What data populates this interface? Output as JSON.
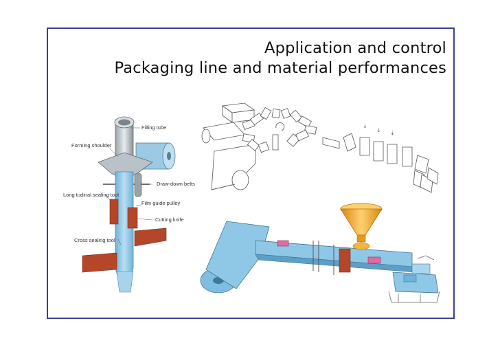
{
  "slide": {
    "title_line1": "Application and control",
    "title_line2": "Packaging line and material performances"
  },
  "left_diagram": {
    "labels": {
      "filling_tube": "Filling tube",
      "forming_shoulder": "Forming shoulder",
      "draw_down_belts": "Draw-down belts",
      "long_seal": "Long tudinal sealing tool",
      "film_guide": "Film guide pulley",
      "cutting_knife": "Cutting knife",
      "cross_seal": "Cross sealing tool"
    }
  },
  "colors": {
    "frame": "#3a3f8f",
    "film_blue": "#8fc7e6",
    "tool_red": "#b4462a",
    "funnel_orange": "#f0a020",
    "line_gray": "#555555"
  }
}
